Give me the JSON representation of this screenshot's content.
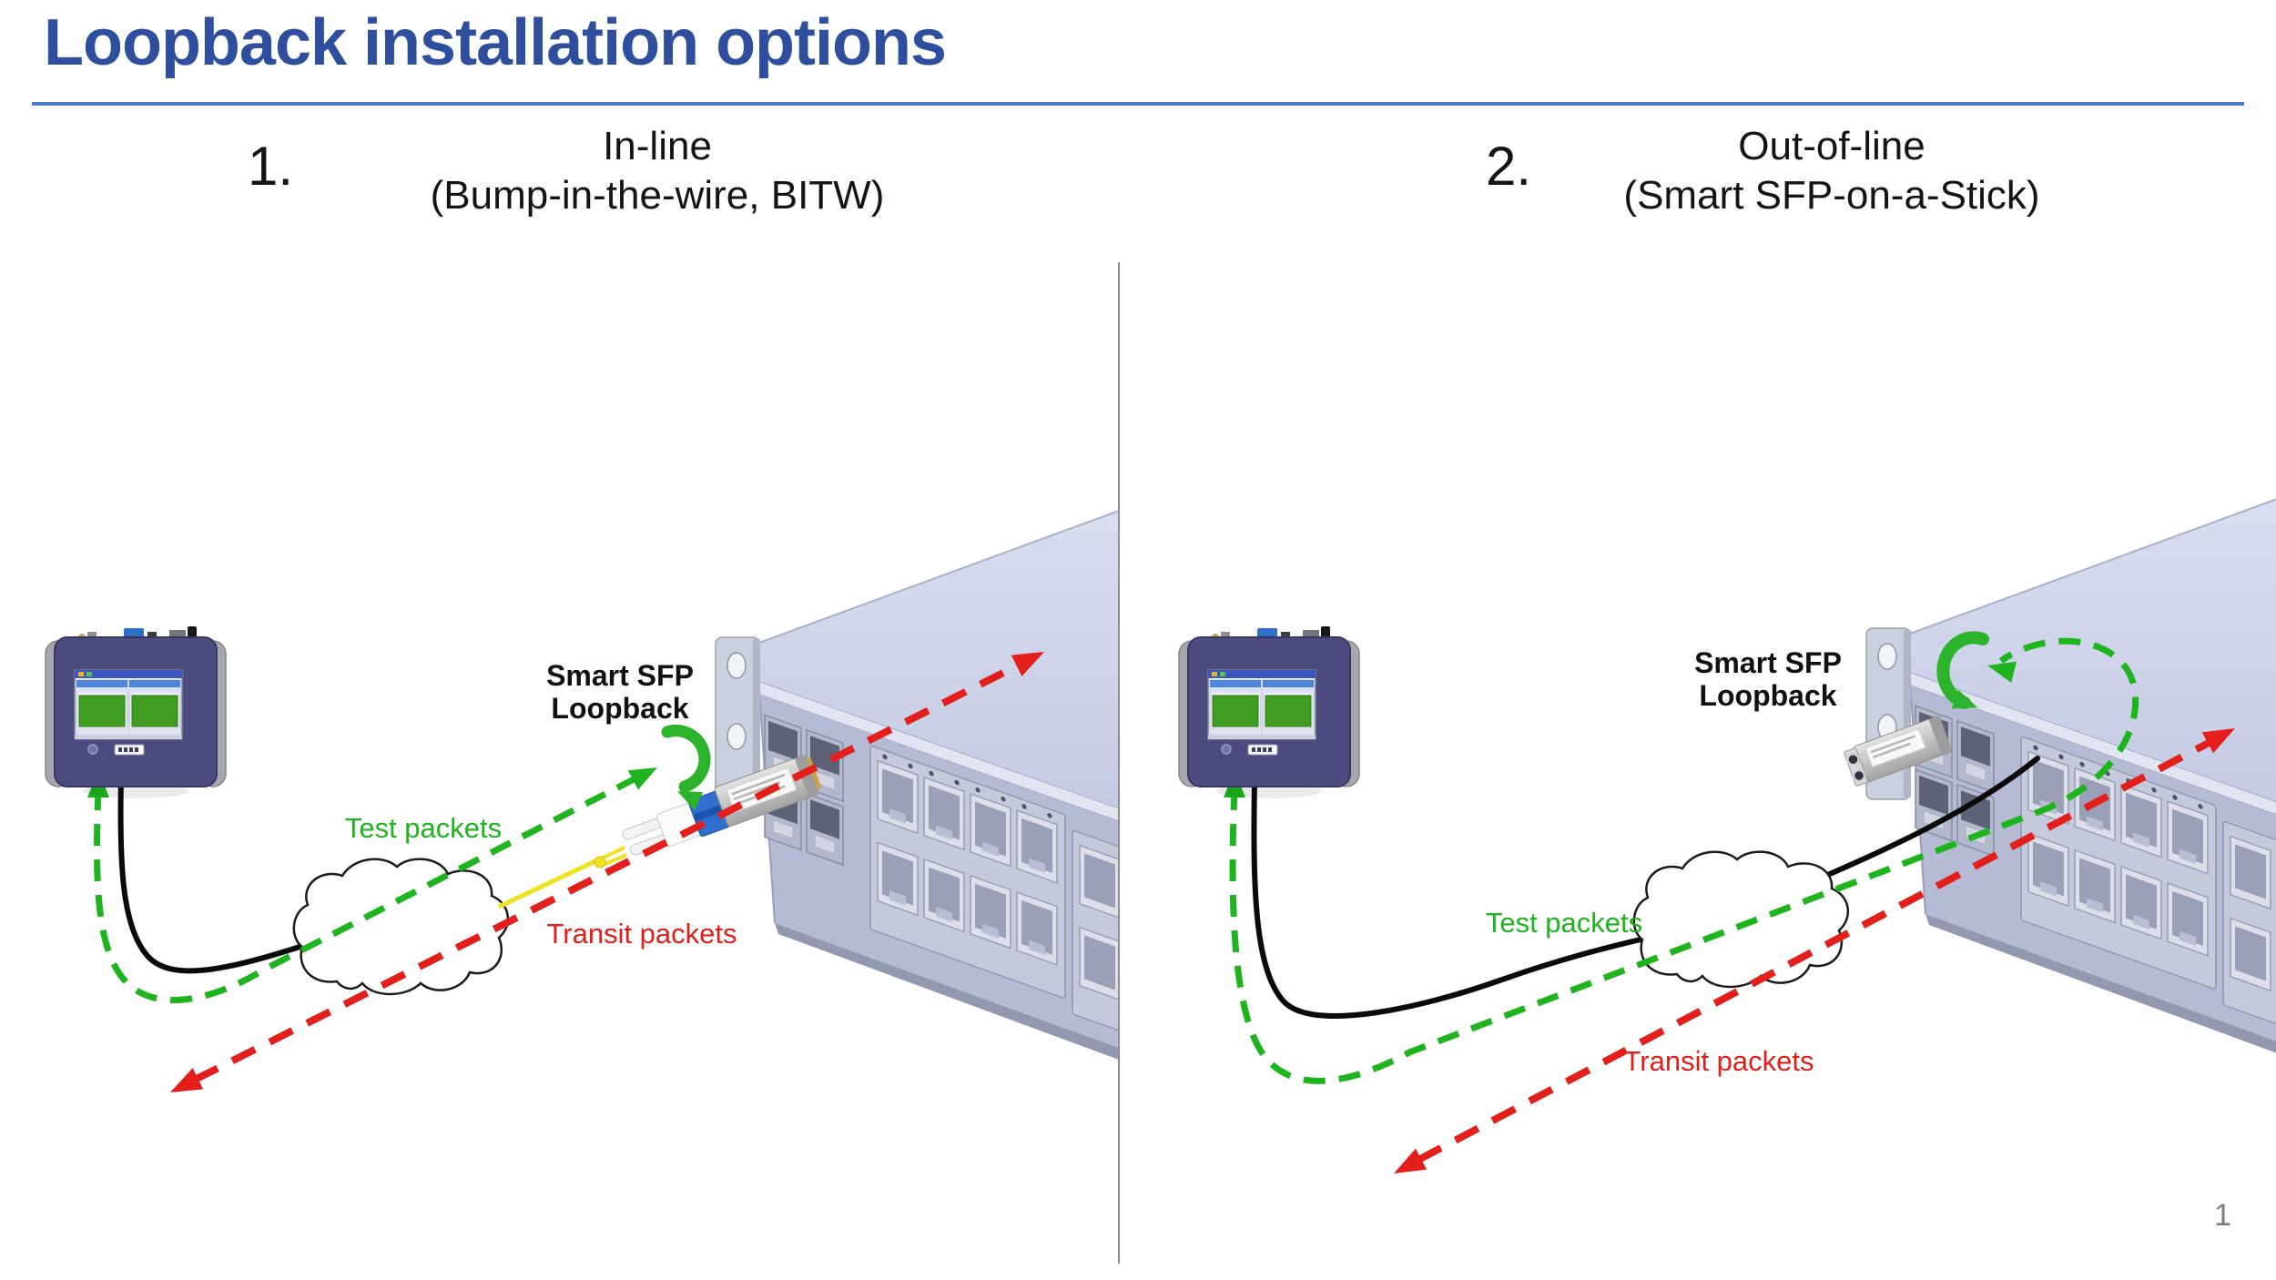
{
  "slide": {
    "title": "Loopback installation options",
    "page_number": "1"
  },
  "panels": [
    {
      "number": "1.",
      "heading_line1": "In-line",
      "heading_line2": "(Bump-in-the-wire, BITW)",
      "sfp_label_line1": "Smart SFP",
      "sfp_label_line2": "Loopback",
      "test_packets_label": "Test packets",
      "transit_packets_label": "Transit packets"
    },
    {
      "number": "2.",
      "heading_line1": "Out-of-line",
      "heading_line2": "(Smart SFP-on-a-Stick)",
      "sfp_label_line1": "Smart SFP",
      "sfp_label_line2": "Loopback",
      "test_packets_label": "Test packets",
      "transit_packets_label": "Transit packets"
    }
  ],
  "colors": {
    "title_blue": "#2d4f9e",
    "rule_blue": "#4d7cc7",
    "test_green": "#1eb41e",
    "transit_red": "#e21f1a",
    "loop_arrow_green": "#2cb32c",
    "fiber_yellow": "#efe11f"
  }
}
